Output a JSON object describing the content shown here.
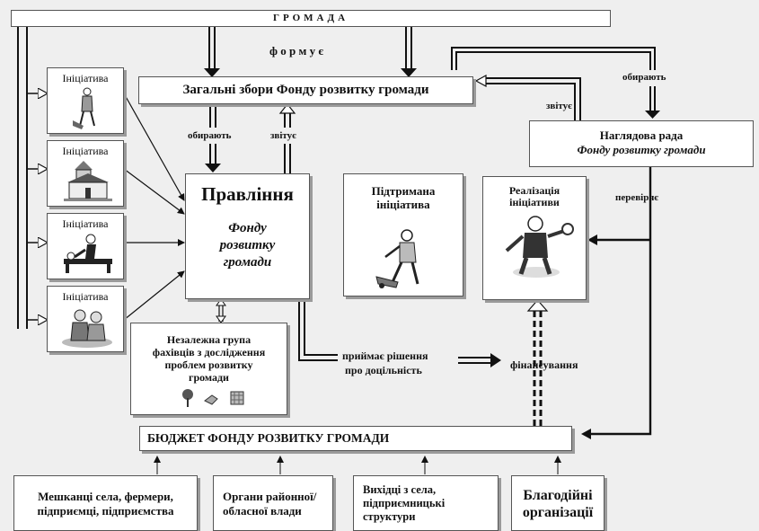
{
  "top_bar": {
    "title": "ГРОМАДА"
  },
  "labels": {
    "formuye": "ф о р м у є",
    "obyrayut_left": "обирають",
    "zvituye_left": "звітує",
    "zvituye_right": "звітує",
    "obyrayut_right": "обирають",
    "pereviryaye": "перевіряє",
    "pryimaye_line1": "приймає рішення",
    "pryimaye_line2": "про доцільність",
    "finansuvannya": "фінансування"
  },
  "general_meeting": {
    "title": "Загальні збори Фонду розвитку громади"
  },
  "board": {
    "title": "Правління",
    "sub1": "Фонду",
    "sub2": "розвитку",
    "sub3": "громади"
  },
  "supervisory": {
    "line1": "Наглядова рада",
    "line2": "Фонду розвитку громади"
  },
  "supported": {
    "line1": "Підтримана",
    "line2": "ініціатива"
  },
  "realization": {
    "line1": "Реалізація",
    "line2": "ініціативи"
  },
  "experts": {
    "line1": "Незалежна група",
    "line2": "фахівців з дослідження",
    "line3": "проблем розвитку",
    "line4": "громади"
  },
  "initiatives": [
    {
      "label": "Ініціатива",
      "icon": "person-with-cart-icon"
    },
    {
      "label": "Ініціатива",
      "icon": "church-building-icon"
    },
    {
      "label": "Ініціатива",
      "icon": "caregiver-icon"
    },
    {
      "label": "Ініціатива",
      "icon": "elderly-people-icon"
    }
  ],
  "budget": {
    "title": "БЮДЖЕТ ФОНДУ РОЗВИТКУ ГРОМАДИ"
  },
  "sources": [
    {
      "line1": "Мешканці села, фермери,",
      "line2": "підприємці, підприємства"
    },
    {
      "line1": "Органи районної/",
      "line2": "обласної влади"
    },
    {
      "line1": "Вихідці з села,",
      "line2": "підприємницькі",
      "line3": "структури"
    },
    {
      "line1": "Благодійні",
      "line2": "організації"
    }
  ]
}
